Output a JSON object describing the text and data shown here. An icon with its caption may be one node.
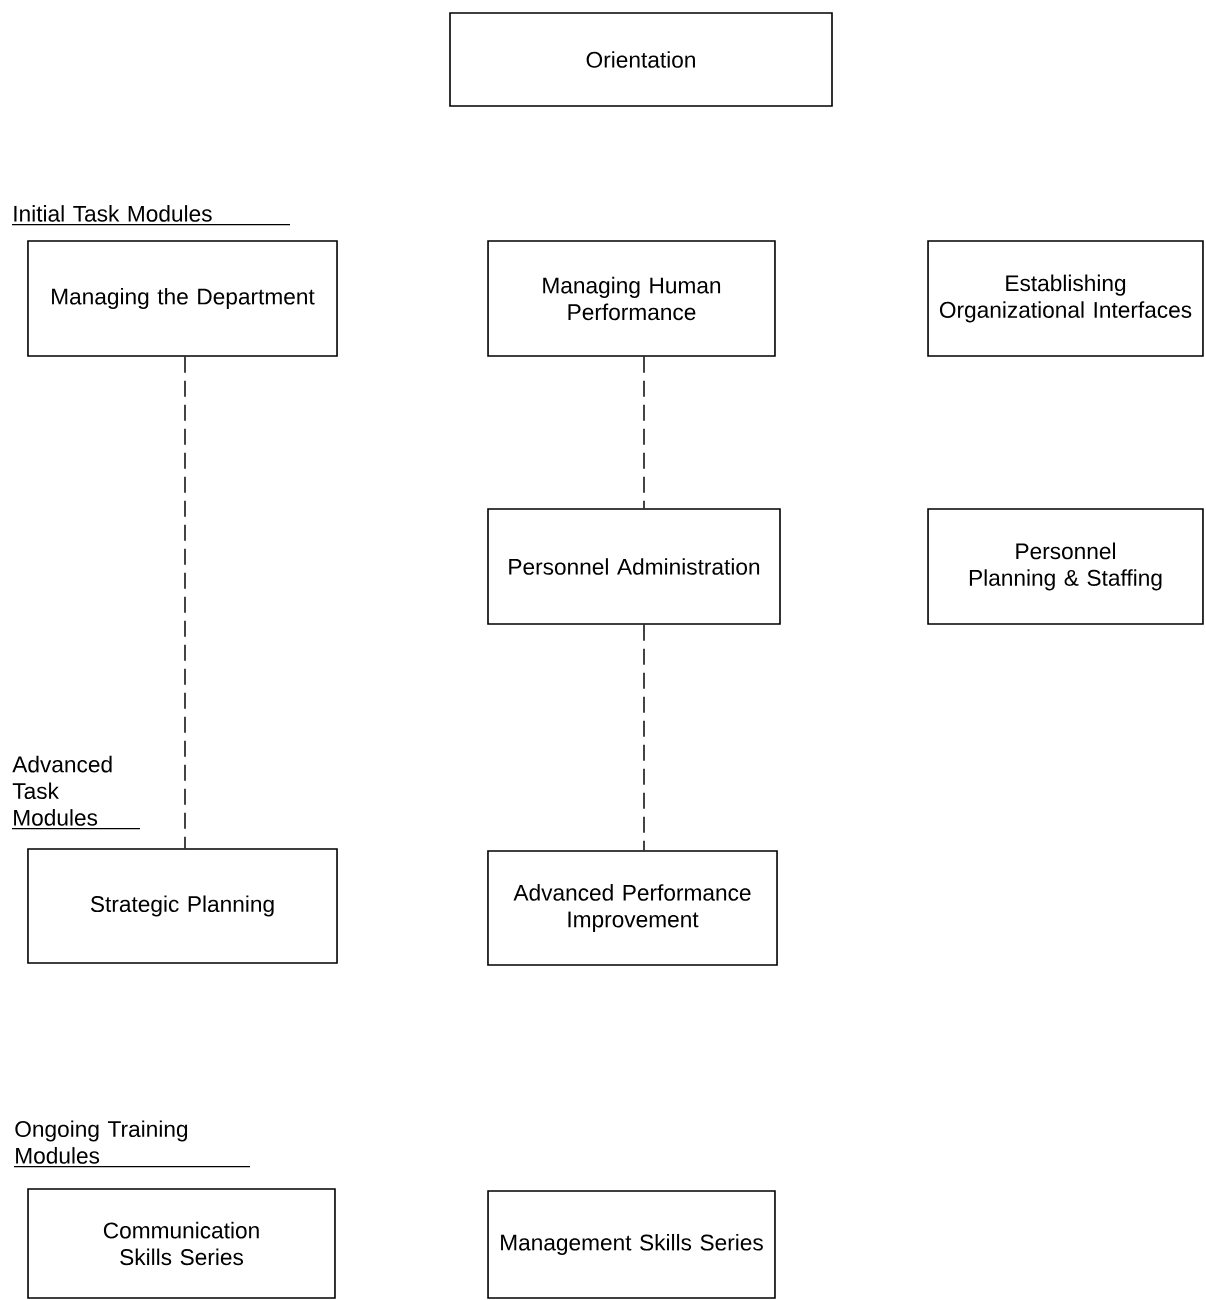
{
  "diagram": {
    "nodes": [
      {
        "text": [
          "Orientation"
        ]
      },
      {
        "text": [
          "Managing the Department"
        ]
      },
      {
        "text": [
          "Managing Human Performance"
        ]
      },
      {
        "text": [
          "Establishing Organizational Interfaces"
        ]
      },
      {
        "text": [
          "Personnel Administration"
        ]
      },
      {
        "text": [
          "Personnel Planning & Staffing"
        ]
      },
      {
        "text": [
          "Strategic Planning"
        ]
      },
      {
        "text": [
          "Advanced Performance Improvement"
        ]
      },
      {
        "text": [
          "Communication Skills Series"
        ]
      },
      {
        "text": [
          "Management Skills Series"
        ]
      }
    ],
    "edges": [
      {
        "from": 1,
        "to": 6,
        "arrow": "none",
        "style": "dashed"
      },
      {
        "from": 2,
        "to": 4,
        "arrow": "none",
        "style": "dashed"
      },
      {
        "from": 4,
        "to": 7,
        "arrow": "none",
        "style": "dashed"
      }
    ],
    "labels": [
      "Initial Task Modules",
      "Advanced Task Modules",
      "Ongoing Training Modules"
    ]
  }
}
